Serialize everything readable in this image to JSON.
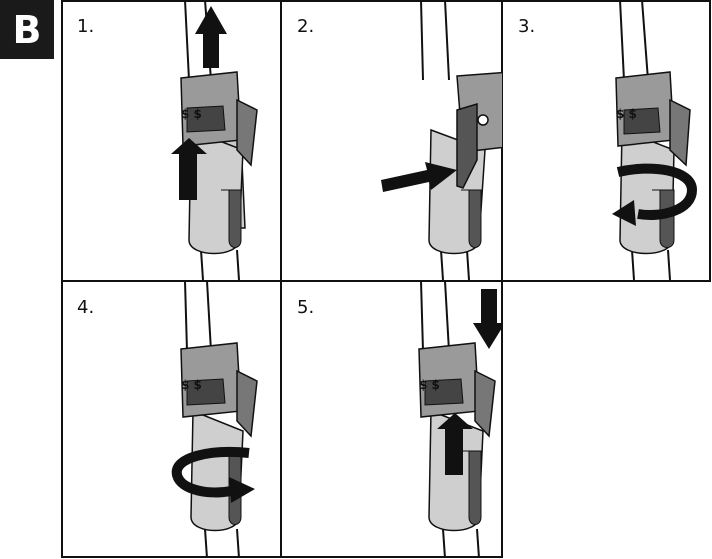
{
  "figure": {
    "label": "B",
    "steps": [
      "1.",
      "2.",
      "3.",
      "4.",
      "5."
    ]
  },
  "colors": {
    "frame": "#111111",
    "tool_dark": "#555555",
    "tool_mid": "#8a8a8a",
    "tool_light": "#c9c9c9",
    "arrow": "#111111"
  },
  "icons": [
    "up-arrow-icon",
    "right-arrow-icon",
    "rotate-arrow-icon",
    "down-arrow-icon"
  ]
}
